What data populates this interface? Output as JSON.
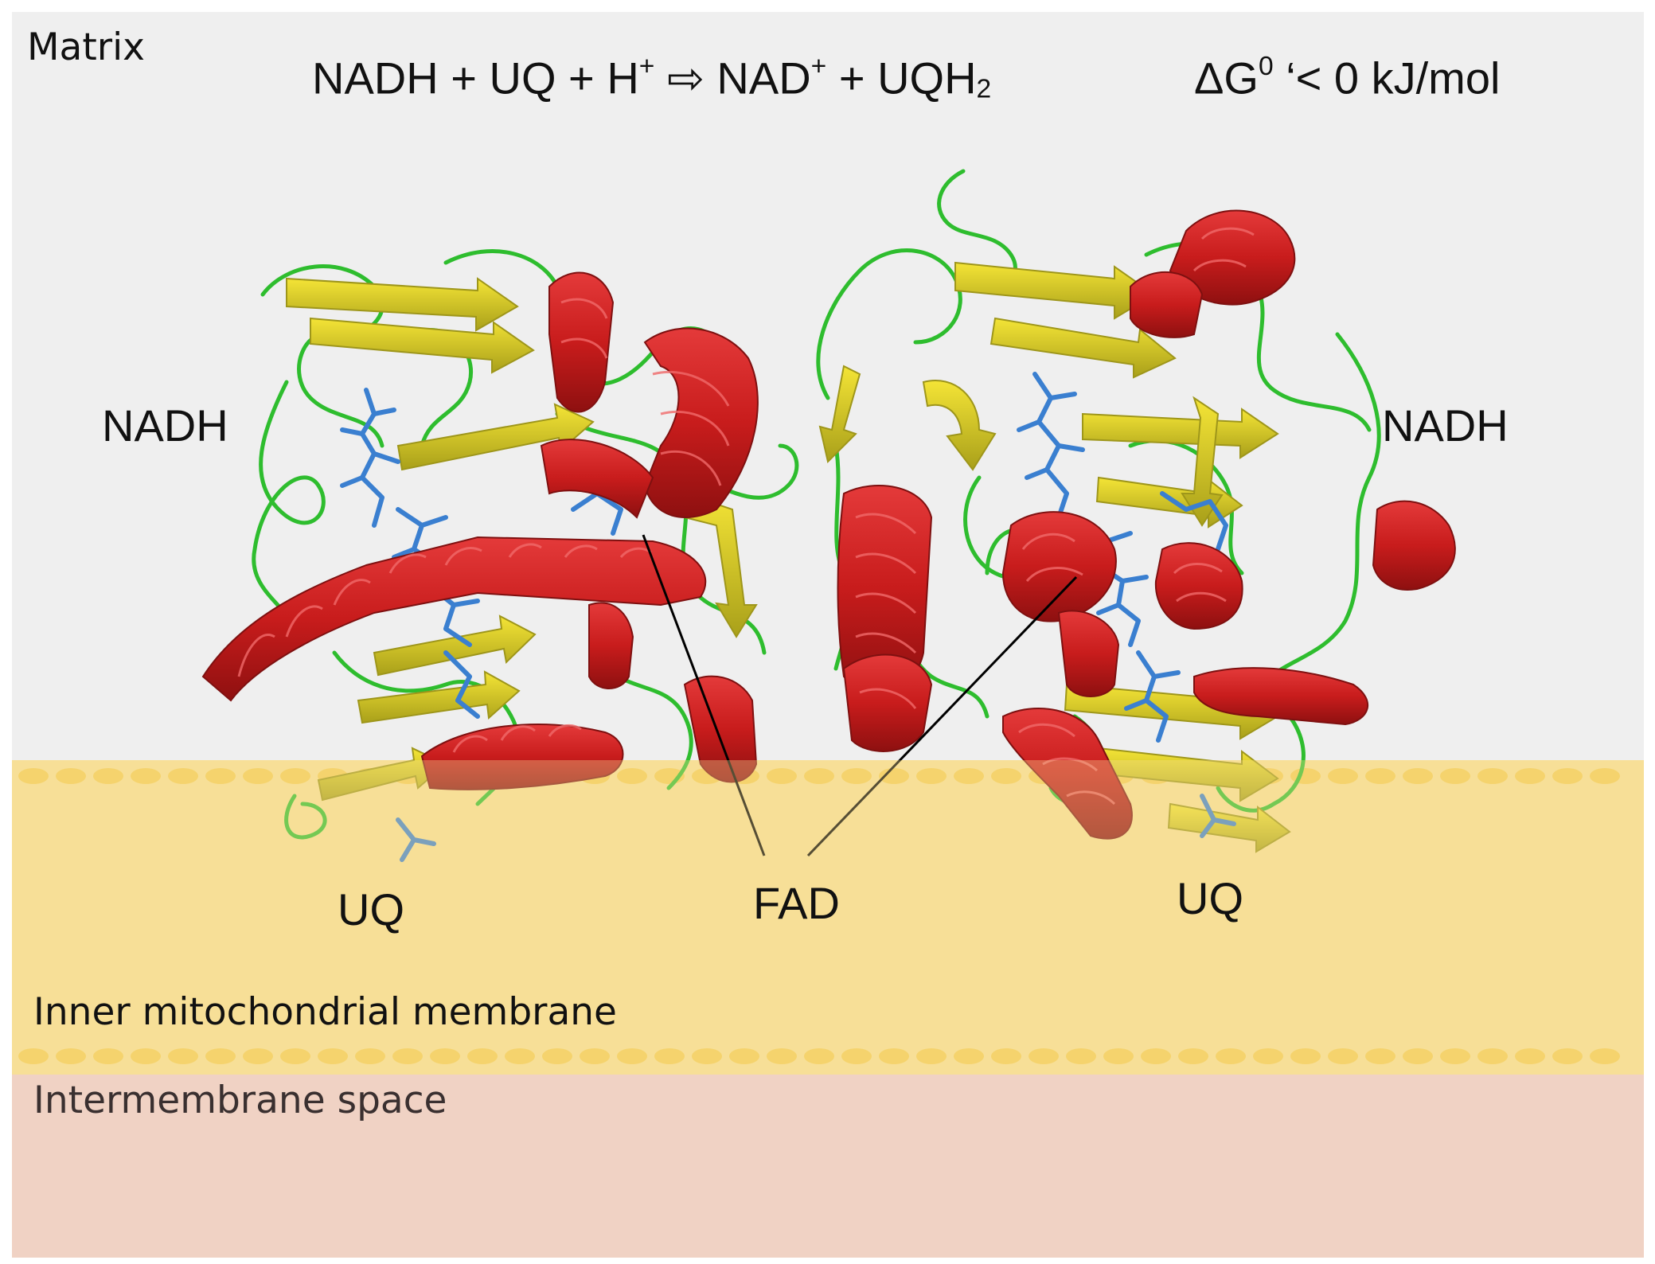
{
  "regions": {
    "matrix": "Matrix",
    "membrane": "Inner mitochondrial membrane",
    "intermembrane": "Intermembrane space"
  },
  "equation": {
    "left": "NADH + UQ + H",
    "h_charge": "+",
    "arrow": "⇨",
    "nad": "NAD",
    "nad_charge": "+",
    "plus": "+ UQH",
    "uqh_sub": "2"
  },
  "energy": {
    "delta_g": "ΔG",
    "superscript": "0",
    "rest": " ‘< 0 kJ/mol"
  },
  "labels": {
    "nadh_left": "NADH",
    "nadh_right": "NADH",
    "uq_left": "UQ",
    "uq_right": "UQ",
    "fad": "FAD"
  },
  "colors": {
    "matrix_bg": "#efefef",
    "membrane_bg": "#f7df97",
    "membrane_dots": "#f4c94a",
    "intermembrane_bg": "#f0d2c4",
    "helix": "#d42424",
    "sheet": "#e6d21e",
    "loop": "#2ebd2e",
    "ligand": "#3a7fd0"
  }
}
